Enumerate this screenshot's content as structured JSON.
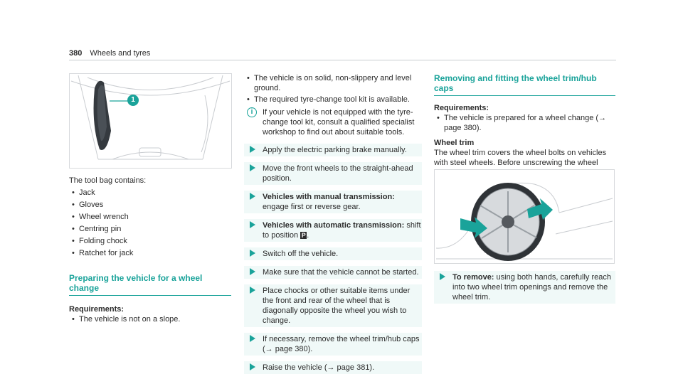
{
  "header": {
    "page_number": "380",
    "section": "Wheels and tyres"
  },
  "col1": {
    "callout": "1",
    "intro": "The tool bag contains:",
    "items": [
      "Jack",
      "Gloves",
      "Wheel wrench",
      "Centring pin",
      "Folding chock",
      "Ratchet for jack"
    ],
    "heading": "Preparing the vehicle for a wheel change",
    "req_label": "Requirements:",
    "req_items": [
      "The vehicle is not on a slope."
    ]
  },
  "col2": {
    "bullets": [
      "The vehicle is on solid, non-slippery and level ground.",
      "The required tyre-change tool kit is available."
    ],
    "note": "If your vehicle is not equipped with the tyre-change tool kit, consult a qualified specialist workshop to find out about suitable tools.",
    "note_icon": "i",
    "step1": "Apply the electric parking brake manually.",
    "step2": "Move the front wheels to the straight-ahead position.",
    "step3_bold": "Vehicles with manual transmission:",
    "step3_text": "engage first or reverse gear.",
    "step4_bold": "Vehicles with automatic transmission:",
    "step4_text": "shift to position",
    "step4_p": "P",
    "step5": "Switch off the vehicle.",
    "step6": "Make sure that the vehicle cannot be started.",
    "step7": "Place chocks or other suitable items under the front and rear of the wheel that is diagonally opposite the wheel you wish to change.",
    "step8_a": "If necessary, remove the wheel trim/hub caps",
    "step8_b": "(→ page 380).",
    "step9_a": "Raise the vehicle (",
    "step9_b": "→ page 381)."
  },
  "col3": {
    "heading": "Removing and fitting the wheel trim/hub caps",
    "req_label": "Requirements:",
    "req_items": [
      "The vehicle is prepared for a wheel change (→ page 380)."
    ],
    "trim_title": "Wheel trim",
    "trim_text": "The wheel trim covers the wheel bolts on vehicles with steel wheels. Before unscrewing the wheel bolts, remove the wheel trim.",
    "step_bold": "To remove:",
    "step_text": "using both hands, carefully reach into two wheel trim openings and remove the wheel trim."
  },
  "colors": {
    "accent": "#1aa39a",
    "text": "#2b2b2b"
  }
}
